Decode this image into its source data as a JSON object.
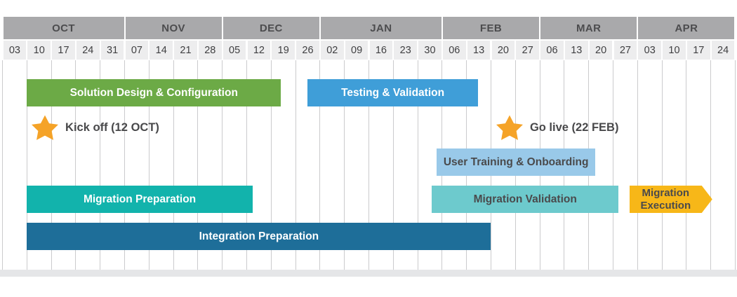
{
  "palette": {
    "month_band_bg": "#A9A9AB",
    "month_text": "#4C4C4E",
    "date_row_bg": "#EDEDEE",
    "date_text": "#3F3F41",
    "gridline": "#CBCBCD",
    "chart_bg": "#FFFFFF",
    "bottom_band_bg": "#E5E6E8",
    "milestone_star": "#F5A328",
    "milestone_text": "#48484A"
  },
  "chart_data": {
    "type": "gantt",
    "timeline": {
      "months": [
        {
          "label": "OCT",
          "weeks": [
            "03",
            "10",
            "17",
            "24",
            "31"
          ]
        },
        {
          "label": "NOV",
          "weeks": [
            "07",
            "14",
            "21",
            "28"
          ]
        },
        {
          "label": "DEC",
          "weeks": [
            "05",
            "12",
            "19",
            "26"
          ]
        },
        {
          "label": "JAN",
          "weeks": [
            "02",
            "09",
            "16",
            "23",
            "30"
          ]
        },
        {
          "label": "FEB",
          "weeks": [
            "06",
            "13",
            "20",
            "27"
          ]
        },
        {
          "label": "MAR",
          "weeks": [
            "06",
            "13",
            "20",
            "27"
          ]
        },
        {
          "label": "APR",
          "weeks": [
            "03",
            "10",
            "17",
            "24"
          ]
        }
      ],
      "weeks_per_column_days": 7,
      "total_columns": 30
    },
    "tasks": [
      {
        "id": "solution-design-configuration",
        "label": "Solution Design & Configuration",
        "row": 0,
        "start_col": 1.0,
        "end_col": 11.4,
        "start": "10 OCT",
        "end": "21 DEC",
        "color": "#6CAA46",
        "text_color": "#FFFFFF",
        "shape": "rect"
      },
      {
        "id": "testing-validation",
        "label": "Testing & Validation",
        "row": 0,
        "start_col": 12.49,
        "end_col": 19.47,
        "start": "29 DEC",
        "end": "16 FEB",
        "color": "#3F9ED8",
        "text_color": "#FFFFFF",
        "shape": "rect"
      },
      {
        "id": "user-training-onboarding",
        "label": "User Training & Onboarding",
        "row": 2,
        "start_col": 17.77,
        "end_col": 24.28,
        "start": "03 FEB",
        "end": "22 MAR",
        "color": "#99C9E9",
        "text_color": "#4A4A4C",
        "shape": "rect"
      },
      {
        "id": "migration-preparation",
        "label": "Migration Preparation",
        "row": 3,
        "start_col": 1.0,
        "end_col": 10.24,
        "start": "10 OCT",
        "end": "14 DEC",
        "color": "#12B3AC",
        "text_color": "#FFFFFF",
        "shape": "rect"
      },
      {
        "id": "migration-validation",
        "label": "Migration Validation",
        "row": 3,
        "start_col": 17.57,
        "end_col": 25.23,
        "start": "02 FEB",
        "end": "28 MAR",
        "color": "#6DCACD",
        "text_color": "#4A4A4C",
        "shape": "rect"
      },
      {
        "id": "migration-execution",
        "label": "Migration Execution",
        "row": 3,
        "start_col": 25.67,
        "end_col": 29.06,
        "start": "31 MAR",
        "end": "24 APR",
        "color": "#F7B718",
        "text_color": "#4A4A4C",
        "shape": "arrow"
      },
      {
        "id": "integration-preparation",
        "label": "Integration Preparation",
        "row": 4,
        "start_col": 1.0,
        "end_col": 20.0,
        "start": "10 OCT",
        "end": "20 FEB",
        "color": "#1E6E99",
        "text_color": "#FFFFFF",
        "shape": "rect"
      }
    ],
    "milestones": [
      {
        "id": "kick-off",
        "label": "Kick off (12 OCT)",
        "date": "12 OCT",
        "col": 1.74
      },
      {
        "id": "go-live",
        "label": "Go live (22 FEB)",
        "date": "22 FEB",
        "col": 20.76
      }
    ]
  }
}
